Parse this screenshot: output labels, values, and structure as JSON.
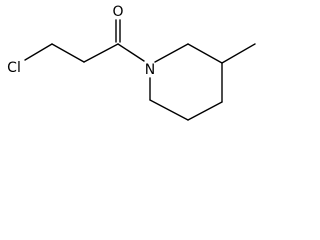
{
  "molecule": {
    "atoms": {
      "oxygen": "O",
      "nitrogen": "N",
      "chlorine": "Cl"
    }
  }
}
